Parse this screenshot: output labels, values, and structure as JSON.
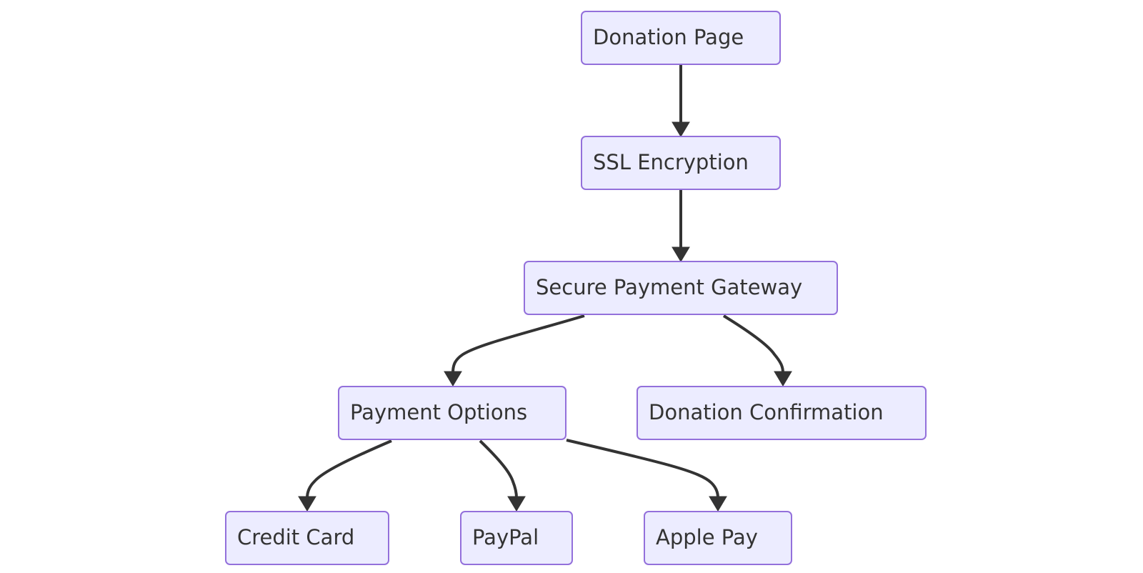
{
  "diagram": {
    "type": "flowchart",
    "colors": {
      "node_fill": "#ECECFF",
      "node_border": "#9370DB",
      "text": "#333333",
      "edge": "#333333",
      "background": "#FFFFFF"
    },
    "nodes": [
      {
        "id": "donation_page",
        "label": "Donation Page"
      },
      {
        "id": "ssl",
        "label": "SSL Encryption"
      },
      {
        "id": "gateway",
        "label": "Secure Payment Gateway"
      },
      {
        "id": "options",
        "label": "Payment Options"
      },
      {
        "id": "confirmation",
        "label": "Donation Confirmation"
      },
      {
        "id": "credit_card",
        "label": "Credit Card"
      },
      {
        "id": "paypal",
        "label": "PayPal"
      },
      {
        "id": "apple_pay",
        "label": "Apple Pay"
      }
    ],
    "edges": [
      {
        "from": "donation_page",
        "to": "ssl"
      },
      {
        "from": "ssl",
        "to": "gateway"
      },
      {
        "from": "gateway",
        "to": "options"
      },
      {
        "from": "gateway",
        "to": "confirmation"
      },
      {
        "from": "options",
        "to": "credit_card"
      },
      {
        "from": "options",
        "to": "paypal"
      },
      {
        "from": "options",
        "to": "apple_pay"
      }
    ]
  }
}
